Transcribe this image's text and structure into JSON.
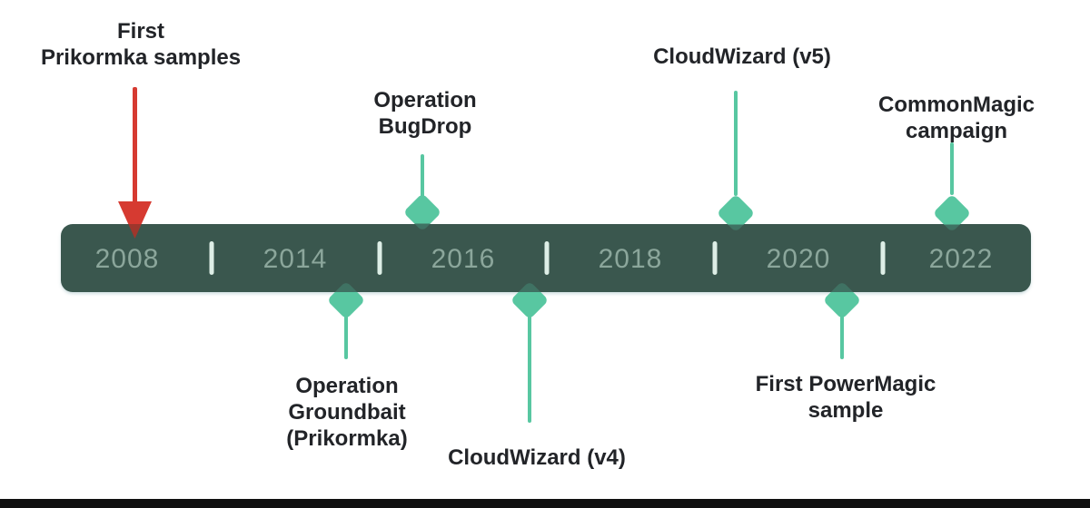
{
  "colors": {
    "background": "#ffffff",
    "bar": "#3a574e",
    "year_text": "#8ba69b",
    "separator": "#ddeee6",
    "marker_mint": "#58c7a1",
    "marker_overlap_teal": "#3f7263",
    "arrow_red": "#d63a31",
    "label_text": "#222428",
    "bottom_strip": "#101010"
  },
  "timeline": {
    "years": [
      "2008",
      "2014",
      "2016",
      "2018",
      "2020",
      "2022"
    ],
    "events_above": [
      {
        "lines": [
          "First",
          "Prikormka samples"
        ],
        "marker": "red-arrow",
        "year": "2008"
      },
      {
        "lines": [
          "Operation",
          "BugDrop"
        ],
        "marker": "diamond",
        "year": "2016"
      },
      {
        "lines": [
          "CloudWizard (v5)"
        ],
        "marker": "diamond",
        "year": "2020"
      },
      {
        "lines": [
          "CommonMagic",
          "campaign"
        ],
        "marker": "diamond",
        "year": "2022"
      }
    ],
    "events_below": [
      {
        "lines": [
          "Operation",
          "Groundbait",
          "(Prikormka)"
        ],
        "marker": "diamond",
        "year": "2014"
      },
      {
        "lines": [
          "CloudWizard (v4)"
        ],
        "marker": "diamond",
        "year": "2016"
      },
      {
        "lines": [
          "First PowerMagic",
          "sample"
        ],
        "marker": "diamond",
        "year": "2020"
      }
    ]
  }
}
